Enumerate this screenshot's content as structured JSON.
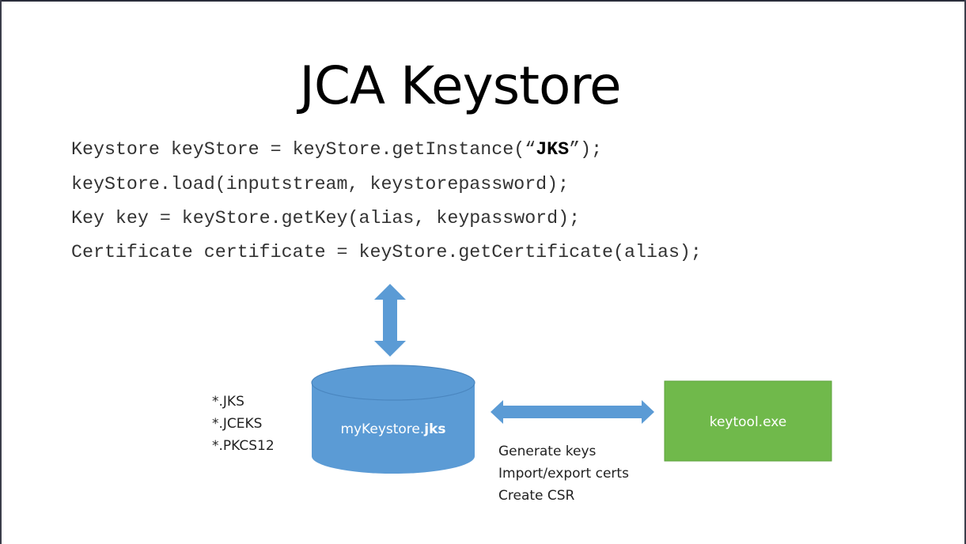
{
  "title": "JCA Keystore",
  "code": {
    "line1_pre": "Keystore keyStore = keyStore.getInstance(“",
    "line1_bold": "JKS",
    "line1_post": "”);",
    "line2": "keyStore.load(inputstream, keystorepassword);",
    "line3": "Key key = keyStore.getKey(alias, keypassword);",
    "line4": "Certificate certificate = keyStore.getCertificate(alias);"
  },
  "extensions": [
    "*.JKS",
    "*.JCEKS",
    "*.PKCS12"
  ],
  "keystore": {
    "label_name": "myKeystore.",
    "label_ext": "jks"
  },
  "keytool": {
    "label": "keytool.exe"
  },
  "operations": [
    "Generate keys",
    "Import/export certs",
    "Create CSR"
  ],
  "colors": {
    "cylinder": "#5b9bd5",
    "cylinder_edge": "#4a86bf",
    "keytool_box": "#70b94b",
    "keytool_border": "#5ea23d",
    "arrow": "#5b9bd5"
  }
}
